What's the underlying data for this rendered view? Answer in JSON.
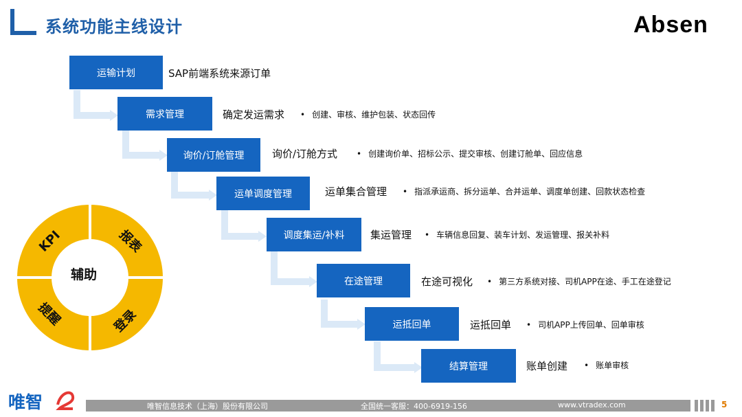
{
  "header": {
    "title": "系统功能主线设计",
    "logo": "Absen"
  },
  "steps": [
    {
      "label": "运输计划",
      "title": "SAP前端系统来源订单",
      "detail": ""
    },
    {
      "label": "需求管理",
      "title": "确定发运需求",
      "detail": "创建、审核、维护包装、状态回传"
    },
    {
      "label": "询价/订舱管理",
      "title": "询价/订舱方式",
      "detail": "创建询价单、招标公示、提交审核、创建订舱单、回应信息"
    },
    {
      "label": "运单调度管理",
      "title": "运单集合管理",
      "detail": "指派承运商、拆分运单、合并运单、调度单创建、回款状态检查"
    },
    {
      "label": "调度集运/补料",
      "title": "集运管理",
      "detail": "车辆信息回复、装车计划、发运管理、报关补料"
    },
    {
      "label": "在途管理",
      "title": "在途可视化",
      "detail": "第三方系统对接、司机APP在途、手工在途登记"
    },
    {
      "label": "运抵回单",
      "title": "运抵回单",
      "detail": "司机APP上传回单、回单审核"
    },
    {
      "label": "结算管理",
      "title": "账单创建",
      "detail": "账单审核"
    }
  ],
  "aux": {
    "center": "辅助",
    "segments": [
      "KPI",
      "报表",
      "登录",
      "提醒"
    ]
  },
  "footer": {
    "brand": "唯智",
    "company": "唯智信息技术（上海）股份有限公司",
    "hotline": "全国统一客服：400-6919-156",
    "website": "www.vtradex.com",
    "page": "5"
  },
  "colors": {
    "accent": "#1565c0",
    "title": "#1f5fa8",
    "aux": "#f5b800",
    "connector": "#dbe9f7"
  }
}
